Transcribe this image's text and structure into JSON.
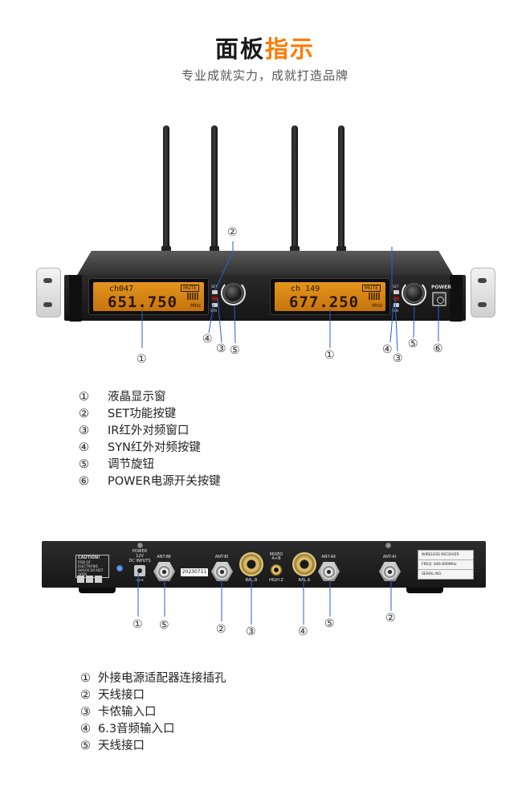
{
  "header": {
    "title_part1": "面板",
    "title_part2": "指示",
    "subtitle": "专业成就实力，成就打造品牌"
  },
  "colors": {
    "accent": "#ff7a00",
    "lcd": "#d98512",
    "chassis": "#1d1d1d"
  },
  "front_panel": {
    "channel_a": {
      "ch": "ch047",
      "freq": "651.750"
    },
    "channel_b": {
      "ch": "ch 149",
      "freq": "677.250"
    },
    "lcd_mute": "MUTE",
    "lcd_unit": "MHz",
    "set_label": "SET",
    "syn_label": "SYN",
    "power_label": "POWER",
    "callouts": [
      "①",
      "②",
      "③",
      "④",
      "⑤",
      "⑥"
    ]
  },
  "front_list": [
    {
      "num": "①",
      "text": "液晶显示窗"
    },
    {
      "num": "②",
      "text": "SET功能按键"
    },
    {
      "num": "③",
      "text": "IR红外对频窗口"
    },
    {
      "num": "④",
      "text": "SYN红外对频按键"
    },
    {
      "num": "⑤",
      "text": "调节旋钮"
    },
    {
      "num": "⑥",
      "text": "POWER电源开关按键"
    }
  ],
  "rear_panel": {
    "caution_title": "CAUTION!",
    "caution_text": "RISK OF ELECTRONIC SHOCK DO NOT OPEN",
    "power_block": [
      "POWER",
      "12V",
      "DC INPUTS"
    ],
    "dc_polarity": "-◎+",
    "ant_b2": "ANT-BⅡ",
    "ant_b1": "ANT-BⅠ",
    "ant_a2": "ANT-AⅡ",
    "ant_a1": "ANT-AⅠ",
    "date_tag": "20230711",
    "bal_b": "BAL.B",
    "bal_a": "BAL.A",
    "high_z": "HIGH Z",
    "mixed": "MIXED A+B",
    "serial_lines": [
      "WIRELESS RECEIVER",
      "FREQ: 640-690MHz",
      "SERIAL NO."
    ]
  },
  "rear_list": [
    {
      "num": "①",
      "text": "外接电源适配器连接插孔"
    },
    {
      "num": "②",
      "text": "天线接口"
    },
    {
      "num": "③",
      "text": "卡侬输入口"
    },
    {
      "num": "④",
      "text": "6.3音频输入口"
    },
    {
      "num": "⑤",
      "text": "天线接口"
    }
  ]
}
